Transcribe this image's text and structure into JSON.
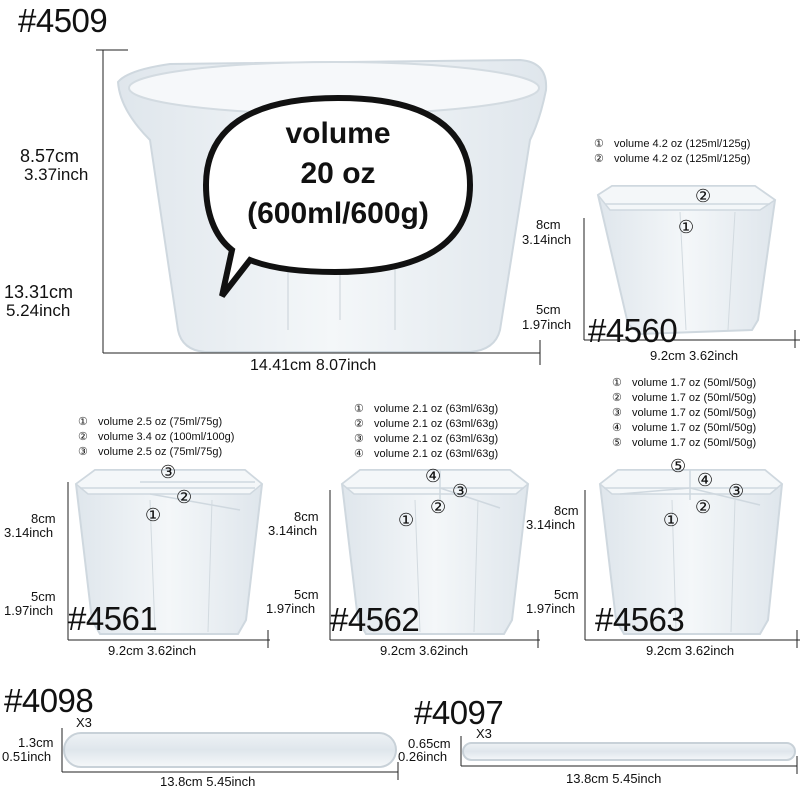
{
  "products": {
    "p4509": {
      "model": "#4509",
      "height_cm": "8.57cm",
      "height_in": "3.37inch",
      "bottom_cm": "13.31cm",
      "bottom_in": "5.24inch",
      "width": "14.41cm 8.07inch",
      "bubble": [
        "volume",
        "20 oz",
        "(600ml/600g)"
      ]
    },
    "p4560": {
      "model": "#4560",
      "volumes": [
        "volume 4.2 oz (125ml/125g)",
        "volume 4.2 oz (125ml/125g)"
      ],
      "markers": [
        "①",
        "②"
      ],
      "top_cm": "8cm",
      "top_in": "3.14inch",
      "bottom_cm": "5cm",
      "bottom_in": "1.97inch",
      "width": "9.2cm 3.62inch"
    },
    "p4561": {
      "model": "#4561",
      "volumes": [
        "volume 2.5 oz (75ml/75g)",
        "volume 3.4 oz (100ml/100g)",
        "volume 2.5 oz (75ml/75g)"
      ],
      "markers": [
        "①",
        "②",
        "③"
      ],
      "top_cm": "8cm",
      "top_in": "3.14inch",
      "bottom_cm": "5cm",
      "bottom_in": "1.97inch",
      "width": "9.2cm 3.62inch"
    },
    "p4562": {
      "model": "#4562",
      "volumes": [
        "volume 2.1 oz (63ml/63g)",
        "volume 2.1 oz (63ml/63g)",
        "volume 2.1 oz (63ml/63g)",
        "volume 2.1 oz (63ml/63g)"
      ],
      "markers": [
        "①",
        "②",
        "③",
        "④"
      ],
      "top_cm": "8cm",
      "top_in": "3.14inch",
      "bottom_cm": "5cm",
      "bottom_in": "1.97inch",
      "width": "9.2cm 3.62inch"
    },
    "p4563": {
      "model": "#4563",
      "volumes": [
        "volume 1.7 oz (50ml/50g)",
        "volume 1.7 oz (50ml/50g)",
        "volume 1.7 oz (50ml/50g)",
        "volume 1.7 oz (50ml/50g)",
        "volume 1.7 oz (50ml/50g)"
      ],
      "markers": [
        "①",
        "②",
        "③",
        "④",
        "⑤"
      ],
      "top_cm": "8cm",
      "top_in": "3.14inch",
      "bottom_cm": "5cm",
      "bottom_in": "1.97inch",
      "width": "9.2cm 3.62inch"
    },
    "p4098": {
      "model": "#4098",
      "qty": "X3",
      "h_cm": "1.3cm",
      "h_in": "0.51inch",
      "width": "13.8cm 5.45inch"
    },
    "p4097": {
      "model": "#4097",
      "qty": "X3",
      "h_cm": "0.65cm",
      "h_in": "0.26inch",
      "width": "13.8cm 5.45inch"
    }
  },
  "colors": {
    "cup_fill": "#e9eef3",
    "cup_edge": "#c9d2da",
    "line": "#222222"
  }
}
